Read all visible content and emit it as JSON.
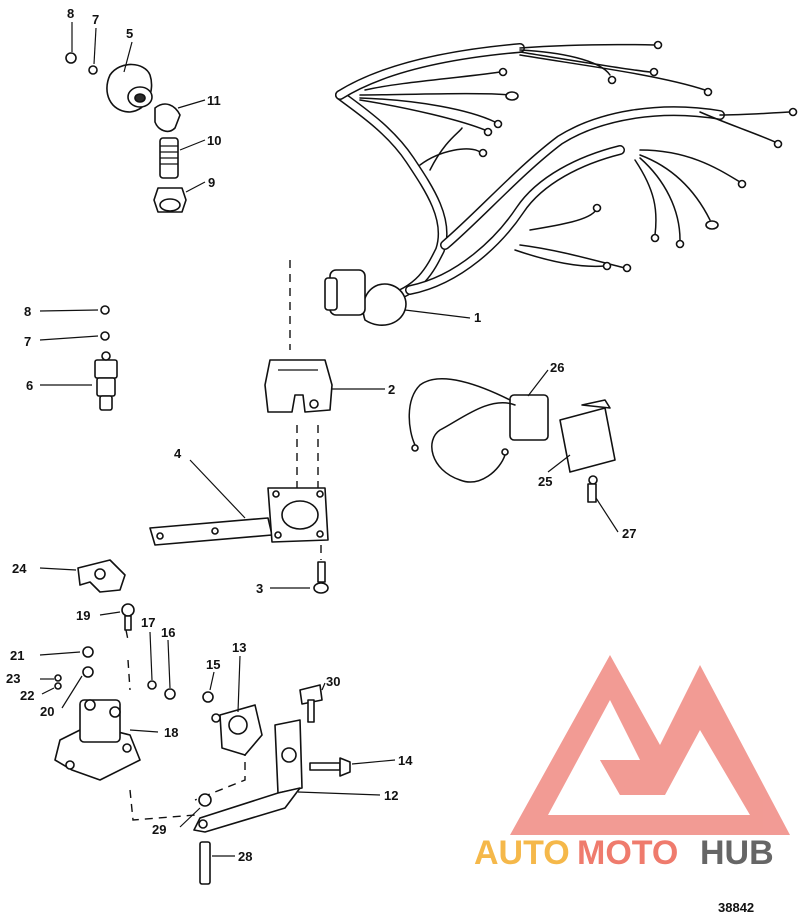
{
  "figure_number": "38842",
  "watermark": {
    "part1": "AUTO",
    "part2": "MOTO",
    "part3": "HUB",
    "color_auto": "#f5b84a",
    "color_moto": "#ef7b6d",
    "color_hub": "#666666",
    "logo_color": "#f08a82"
  },
  "callouts": {
    "c1": "1",
    "c2": "2",
    "c3": "3",
    "c4": "4",
    "c5": "5",
    "c6": "6",
    "c7a": "7",
    "c7b": "7",
    "c8a": "8",
    "c8b": "8",
    "c9": "9",
    "c10": "10",
    "c11": "11",
    "c12": "12",
    "c13": "13",
    "c14": "14",
    "c15": "15",
    "c16": "16",
    "c17": "17",
    "c18": "18",
    "c19": "19",
    "c20": "20",
    "c21": "21",
    "c22": "22",
    "c23": "23",
    "c24": "24",
    "c25": "25",
    "c26": "26",
    "c27": "27",
    "c28": "28",
    "c29": "29",
    "c30": "30"
  }
}
